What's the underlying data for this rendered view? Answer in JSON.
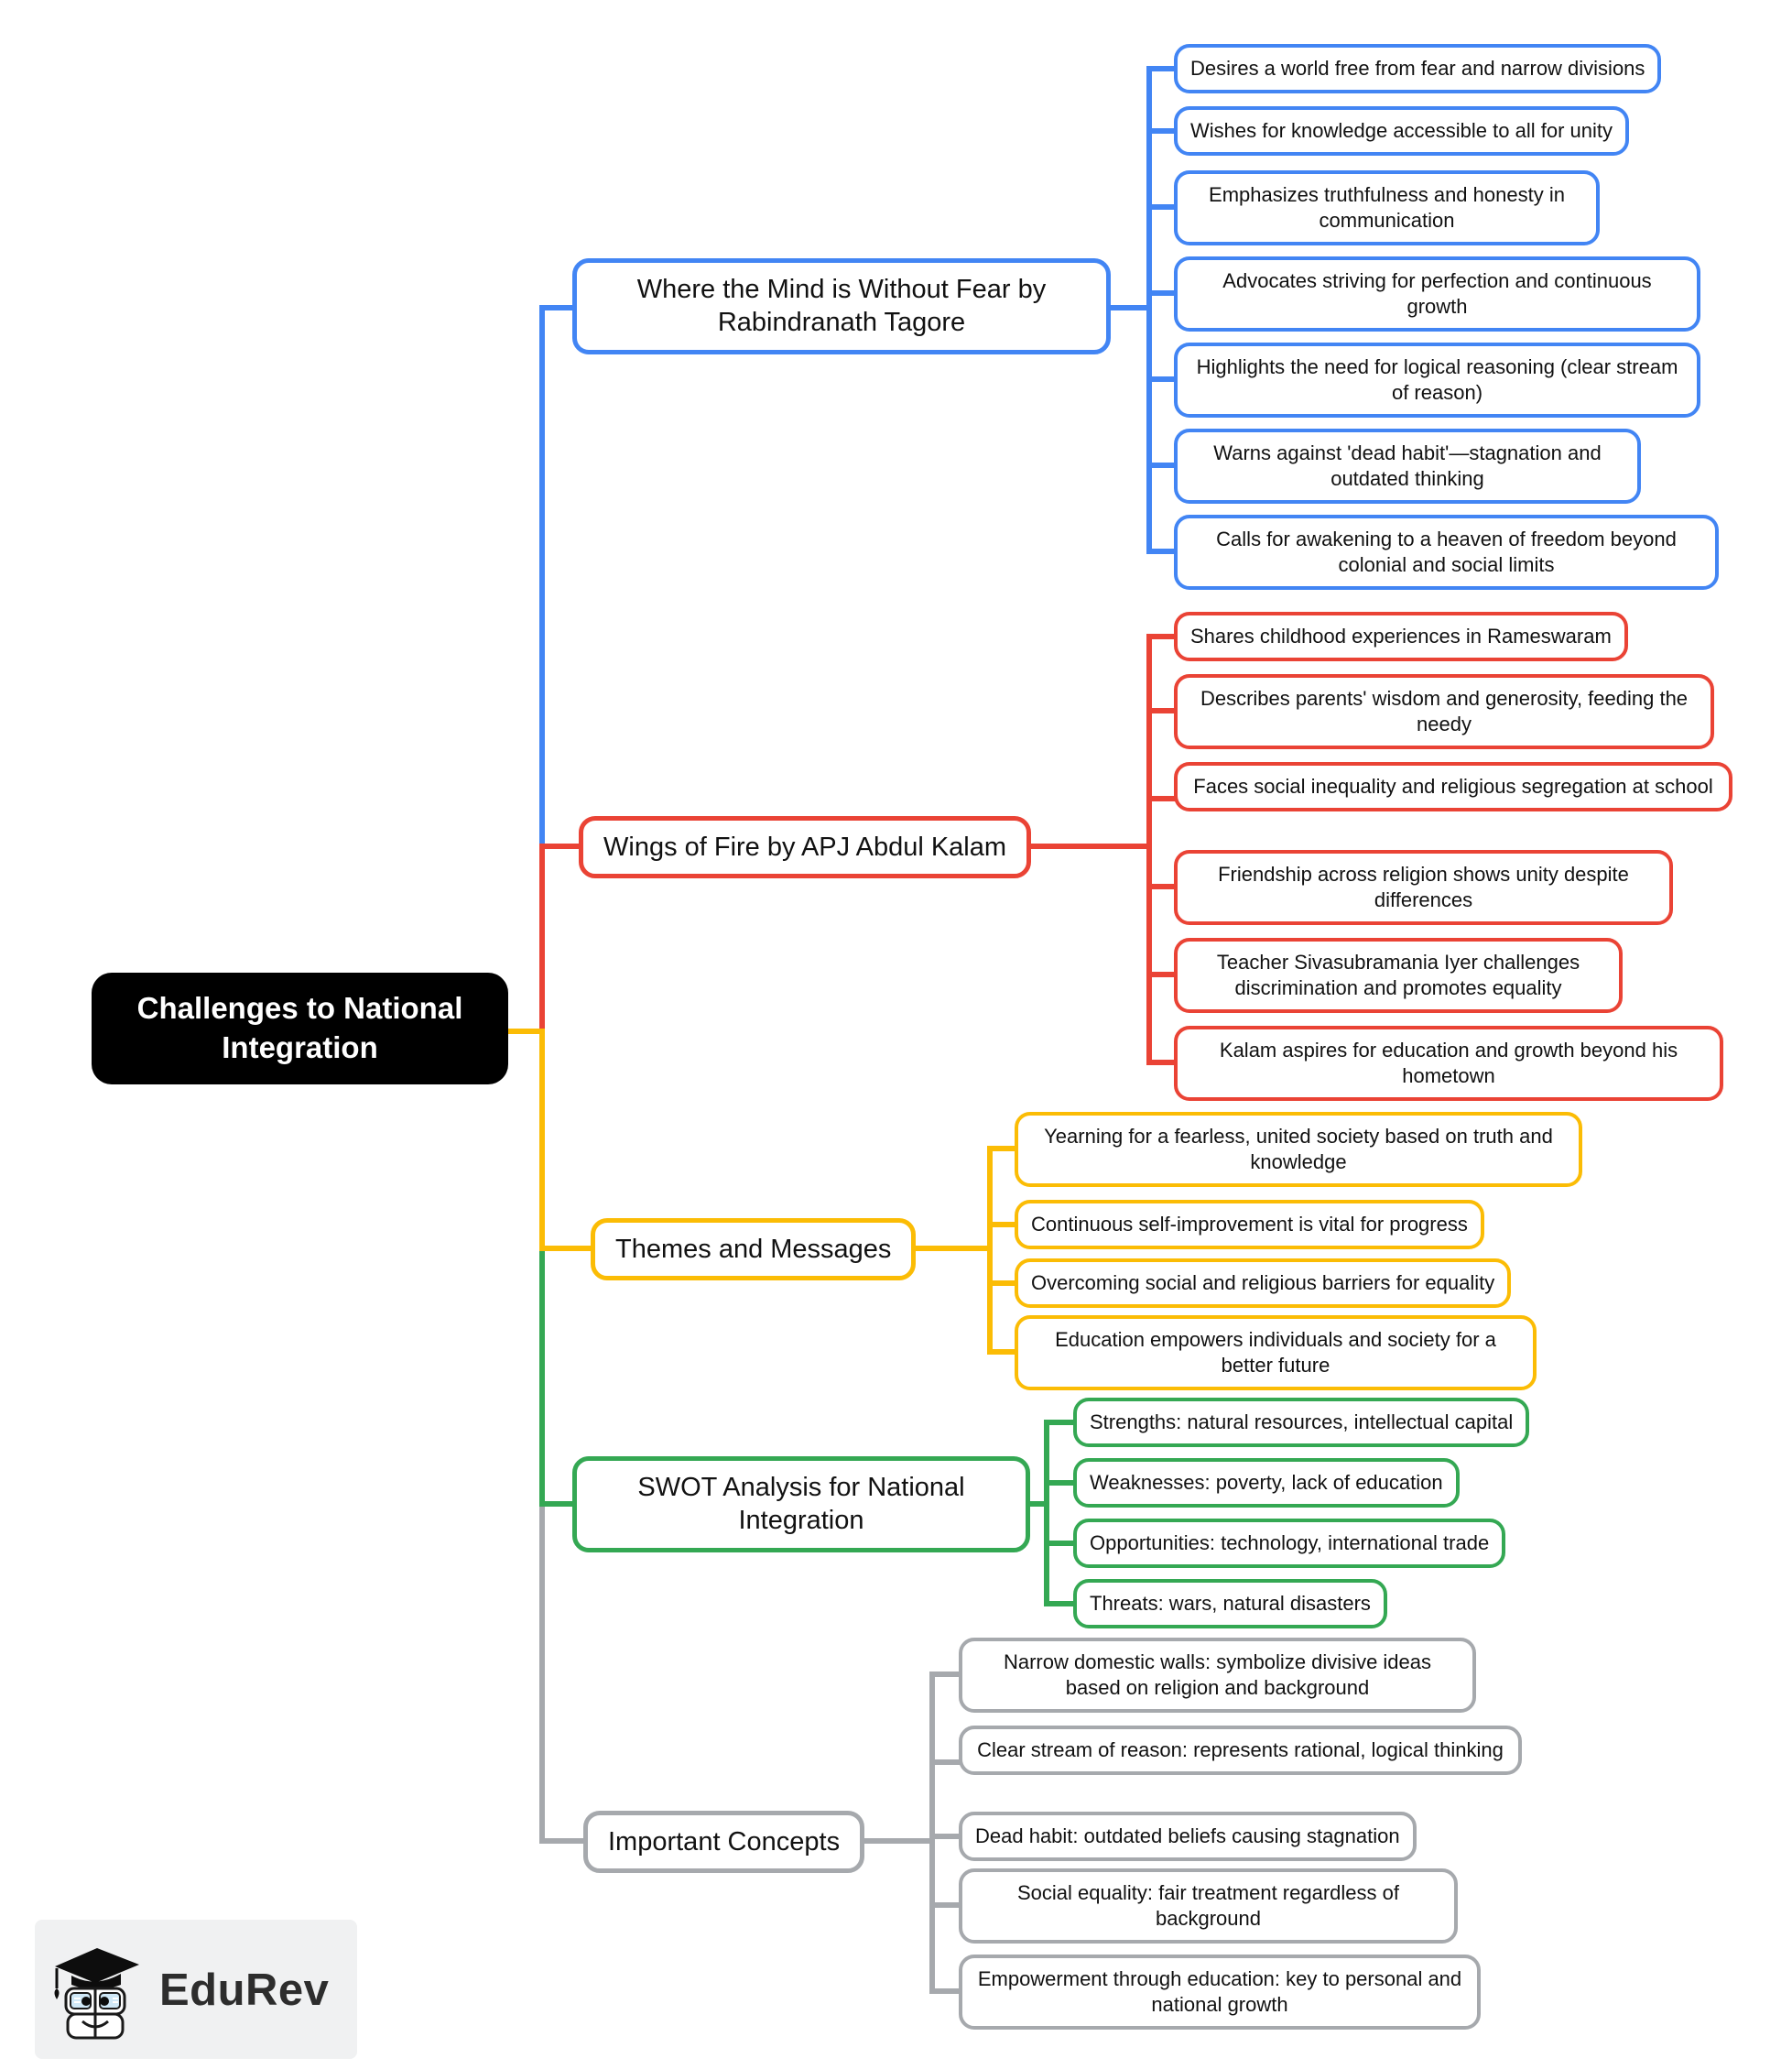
{
  "root": {
    "label": "Challenges to National Integration"
  },
  "branches": [
    {
      "name": "where-the-mind-is-without-fear",
      "label": "Where the Mind is Without Fear by Rabindranath Tagore",
      "color": "#4285F4",
      "children": [
        "Desires a world free from fear and narrow divisions",
        "Wishes for knowledge accessible to all for unity",
        "Emphasizes truthfulness and honesty in communication",
        "Advocates striving for perfection and continuous growth",
        "Highlights the need for logical reasoning (clear stream of reason)",
        "Warns against 'dead habit'—stagnation and outdated thinking",
        "Calls for awakening to a heaven of freedom beyond colonial and social limits"
      ]
    },
    {
      "name": "wings-of-fire",
      "label": "Wings of Fire by APJ Abdul Kalam",
      "color": "#EA4335",
      "children": [
        "Shares childhood experiences in Rameswaram",
        "Describes parents' wisdom and generosity, feeding the needy",
        "Faces social inequality and religious segregation at school",
        "Friendship across religion shows unity despite differences",
        "Teacher Sivasubramania Iyer challenges discrimination and promotes equality",
        "Kalam aspires for education and growth beyond his hometown"
      ]
    },
    {
      "name": "themes-and-messages",
      "label": "Themes and Messages",
      "color": "#FBBC05",
      "children": [
        "Yearning for a fearless, united society based on truth and knowledge",
        "Continuous self-improvement is vital for progress",
        "Overcoming social and religious barriers for equality",
        "Education empowers individuals and society for a better future"
      ]
    },
    {
      "name": "swot-analysis",
      "label": "SWOT Analysis for National Integration",
      "color": "#34A853",
      "children": [
        "Strengths: natural resources, intellectual capital",
        "Weaknesses: poverty, lack of education",
        "Opportunities: technology, international trade",
        "Threats: wars, natural disasters"
      ]
    },
    {
      "name": "important-concepts",
      "label": "Important Concepts",
      "color": "#A6A9AD",
      "children": [
        "Narrow domestic walls: symbolize divisive ideas based on religion and background",
        "Clear stream of reason: represents rational, logical thinking",
        "Dead habit: outdated beliefs causing stagnation",
        "Social equality: fair treatment regardless of background",
        "Empowerment through education: key to personal and national growth"
      ]
    }
  ],
  "logo": {
    "brand": "EduRev",
    "icon": "edurev-graduate-books-icon"
  }
}
